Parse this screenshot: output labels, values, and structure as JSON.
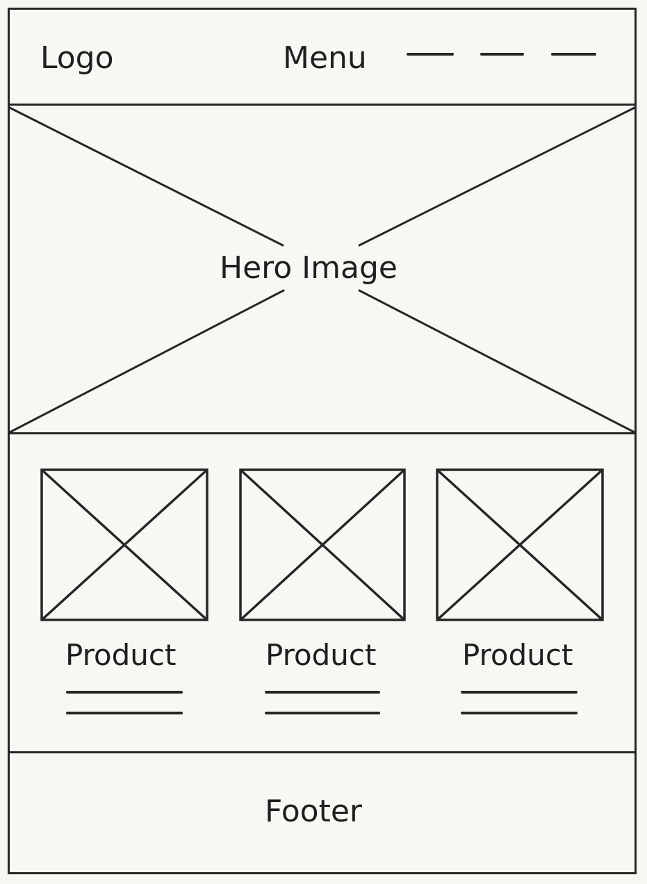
{
  "header": {
    "logo": "Logo",
    "menu_label": "Menu",
    "menu_items": [
      "—",
      "—",
      "—"
    ]
  },
  "hero": {
    "label": "Hero Image"
  },
  "products": [
    {
      "title": "Product",
      "description_lines": 2
    },
    {
      "title": "Product",
      "description_lines": 2
    },
    {
      "title": "Product",
      "description_lines": 2
    }
  ],
  "footer": {
    "label": "Footer"
  }
}
